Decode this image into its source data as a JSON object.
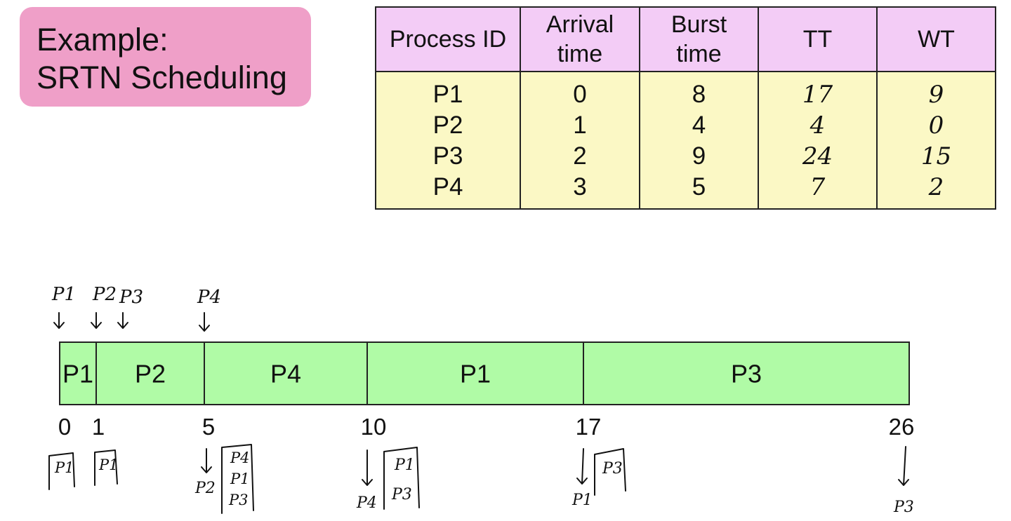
{
  "title": {
    "line1": "Example:",
    "line2": "SRTN Scheduling"
  },
  "table": {
    "headers": [
      "Process ID",
      "Arrival time",
      "Burst time",
      "TT",
      "WT"
    ],
    "rows": [
      {
        "pid": "P1",
        "arrival": "0",
        "burst": "8",
        "tt": "17",
        "wt": "9"
      },
      {
        "pid": "P2",
        "arrival": "1",
        "burst": "4",
        "tt": "4",
        "wt": "0"
      },
      {
        "pid": "P3",
        "arrival": "2",
        "burst": "9",
        "tt": "24",
        "wt": "15"
      },
      {
        "pid": "P4",
        "arrival": "3",
        "burst": "5",
        "tt": "7",
        "wt": "2"
      }
    ]
  },
  "gantt": {
    "segments": [
      {
        "label": "P1",
        "start": 0,
        "end": 1
      },
      {
        "label": "P2",
        "start": 1,
        "end": 5
      },
      {
        "label": "P4",
        "start": 5,
        "end": 10
      },
      {
        "label": "P1",
        "start": 10,
        "end": 17
      },
      {
        "label": "P3",
        "start": 17,
        "end": 26
      }
    ],
    "ticks": [
      "0",
      "1",
      "5",
      "10",
      "17",
      "26"
    ],
    "arrivals": [
      "P1",
      "P2",
      "P3",
      "P4"
    ],
    "queues": [
      {
        "time": "0",
        "items": [
          "P1"
        ]
      },
      {
        "time": "1",
        "items": [
          "P1"
        ]
      },
      {
        "time": "5",
        "completed": "P2",
        "items": [
          "P4",
          "P1",
          "P3"
        ]
      },
      {
        "time": "10",
        "completed": "P4",
        "items": [
          "P1",
          "P3"
        ]
      },
      {
        "time": "17",
        "completed": "P1",
        "items": [
          "P3"
        ]
      },
      {
        "time": "26",
        "completed": "P3",
        "items": []
      }
    ]
  }
}
